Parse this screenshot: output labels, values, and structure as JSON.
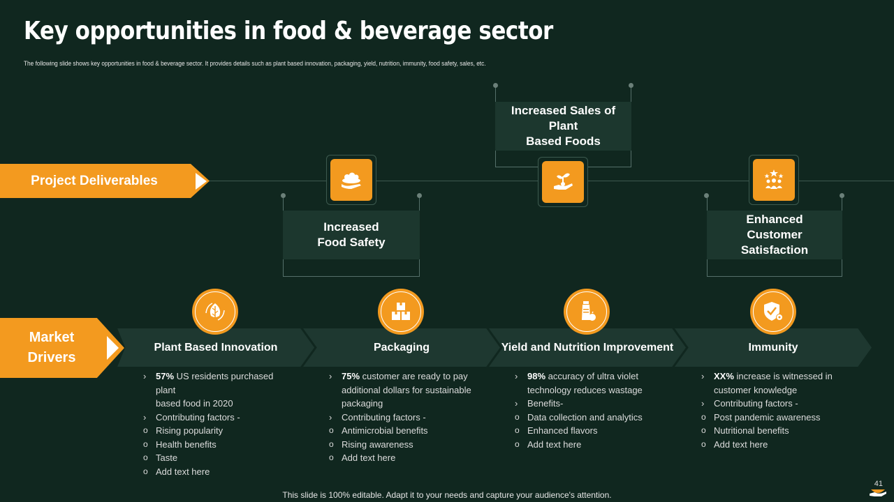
{
  "title": "Key opportunities in food & beverage sector",
  "subtitle": "The following  slide  shows  key opportunities  in food  & beverage  sector.  It provides  details  such  as plant based  innovation,  packaging,  yield,  nutrition,  immunity,  food  safety,  sales,  etc.",
  "labels": {
    "project_deliverables": "Project  Deliverables",
    "market_drivers_line1": "Market",
    "market_drivers_line2": "Drivers"
  },
  "deliverables": [
    {
      "line1": "Increased",
      "line2": "Food Safety",
      "icon": "food-tray-icon"
    },
    {
      "line1": "Increased  Sales of Plant",
      "line2": "Based Foods",
      "icon": "plant-hand-icon"
    },
    {
      "line1": "Enhanced",
      "line2": "Customer",
      "line3": "Satisfaction",
      "icon": "customer-stars-icon"
    }
  ],
  "drivers": [
    {
      "title": "Plant Based Innovation",
      "icon": "leaf-icon",
      "items": [
        {
          "bullet": "›",
          "bold": "57%",
          "text": " US residents  purchased  plant"
        },
        {
          "bullet": "",
          "bold": "",
          "text": "based food  in 2020"
        },
        {
          "bullet": "›",
          "bold": "",
          "text": "Contributing  factors  -"
        },
        {
          "bullet": "o",
          "bold": "",
          "text": "Rising  popularity"
        },
        {
          "bullet": "o",
          "bold": "",
          "text": "Health  benefits"
        },
        {
          "bullet": "o",
          "bold": "",
          "text": "Taste"
        },
        {
          "bullet": "o",
          "bold": "",
          "text": "Add text here"
        }
      ]
    },
    {
      "title": "Packaging",
      "icon": "boxes-icon",
      "items": [
        {
          "bullet": "›",
          "bold": "75%",
          "text": " customer  are ready  to pay"
        },
        {
          "bullet": "",
          "bold": "",
          "text": "additional  dollars  for sustainable"
        },
        {
          "bullet": "",
          "bold": "",
          "text": "packaging"
        },
        {
          "bullet": "›",
          "bold": "",
          "text": "Contributing  factors  -"
        },
        {
          "bullet": "o",
          "bold": "",
          "text": "Antimicrobial  benefits"
        },
        {
          "bullet": "o",
          "bold": "",
          "text": "Rising  awareness"
        },
        {
          "bullet": "o",
          "bold": "",
          "text": "Add text here"
        }
      ]
    },
    {
      "title": "Yield and Nutrition  Improvement",
      "icon": "nutrition-bottle-icon",
      "items": [
        {
          "bullet": "›",
          "bold": "98%",
          "text": " accuracy  of ultra violet"
        },
        {
          "bullet": "",
          "bold": "",
          "text": "technology  reduces  wastage"
        },
        {
          "bullet": "›",
          "bold": "",
          "text": "Benefits-"
        },
        {
          "bullet": "o",
          "bold": "",
          "text": "Data collection  and analytics"
        },
        {
          "bullet": "o",
          "bold": "",
          "text": "Enhanced  flavors"
        },
        {
          "bullet": "o",
          "bold": "",
          "text": "Add text here"
        }
      ]
    },
    {
      "title": "Immunity",
      "icon": "shield-check-icon",
      "items": [
        {
          "bullet": "›",
          "bold": "XX%",
          "text": " increase  is witnessed  in"
        },
        {
          "bullet": "",
          "bold": "",
          "text": "customer  knowledge"
        },
        {
          "bullet": "›",
          "bold": "",
          "text": "Contributing  factors  -"
        },
        {
          "bullet": "o",
          "bold": "",
          "text": "Post pandemic  awareness"
        },
        {
          "bullet": "o",
          "bold": "",
          "text": "Nutritional  benefits"
        },
        {
          "bullet": "o",
          "bold": "",
          "text": "Add text here"
        }
      ]
    }
  ],
  "footer": "This slide is 100% editable. Adapt it to your needs and capture your audience's attention.",
  "page_number": "41",
  "colors": {
    "background": "#10271f",
    "accent": "#f39a1f",
    "box": "#1c372e"
  }
}
